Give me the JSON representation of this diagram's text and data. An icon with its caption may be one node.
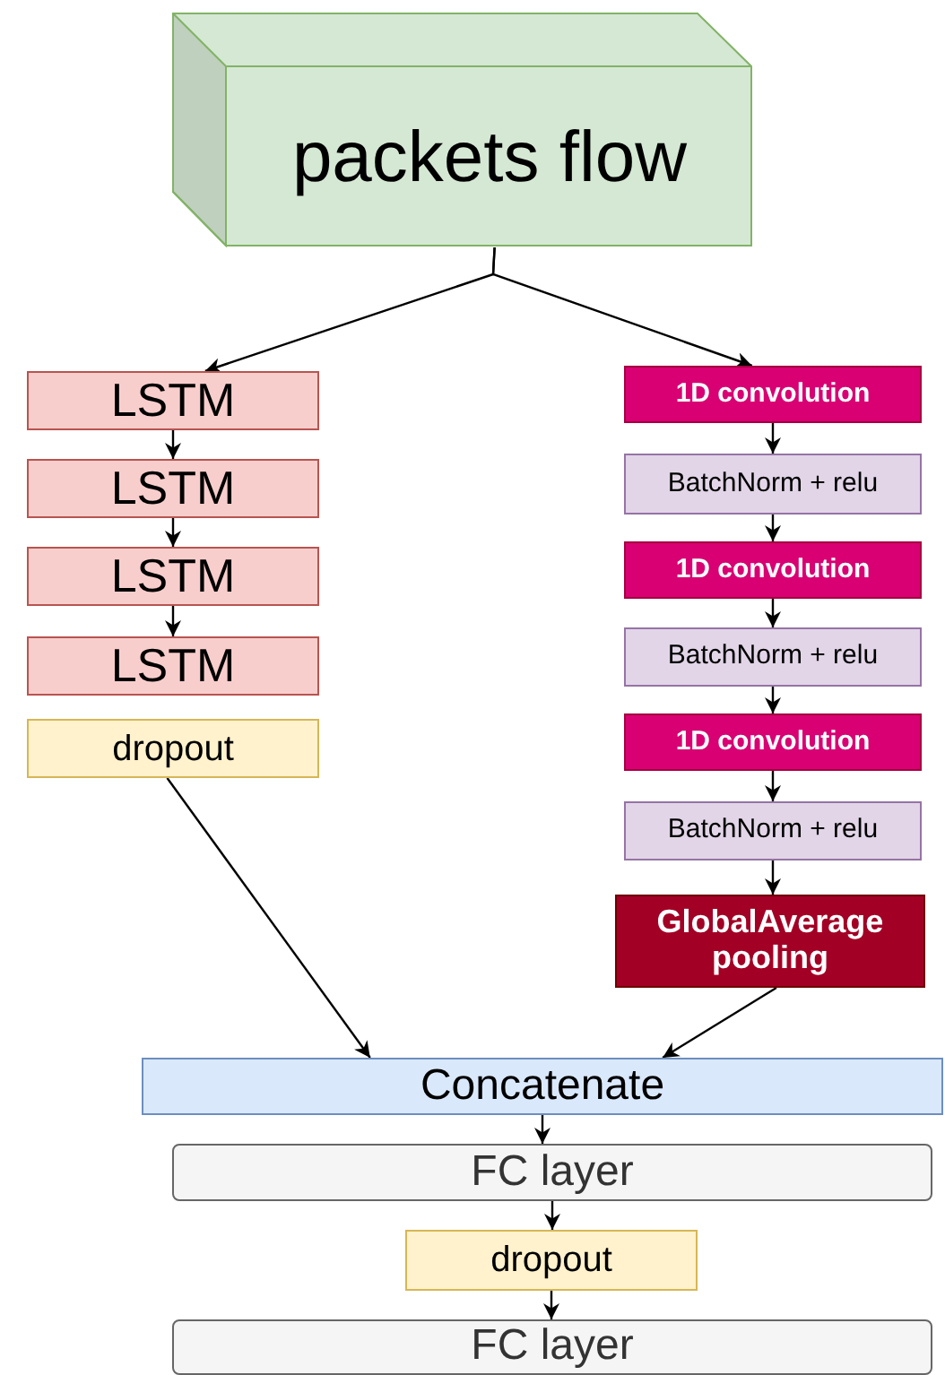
{
  "diagram": {
    "nodes": [
      {
        "text": [
          "packets flow"
        ]
      },
      {
        "text": [
          "LSTM"
        ]
      },
      {
        "text": [
          "LSTM"
        ]
      },
      {
        "text": [
          "LSTM"
        ]
      },
      {
        "text": [
          "LSTM"
        ]
      },
      {
        "text": [
          "dropout"
        ]
      },
      {
        "text": [
          "1D convolution"
        ]
      },
      {
        "text": [
          "BatchNorm + relu"
        ]
      },
      {
        "text": [
          "1D convolution"
        ]
      },
      {
        "text": [
          "BatchNorm + relu"
        ]
      },
      {
        "text": [
          "1D convolution"
        ]
      },
      {
        "text": [
          "BatchNorm + relu"
        ]
      },
      {
        "text": [
          "GlobalAverage pooling"
        ]
      },
      {
        "text": [
          "Concatenate"
        ]
      },
      {
        "text": [
          "FC layer"
        ]
      },
      {
        "text": [
          "dropout"
        ]
      },
      {
        "text": [
          "FC layer"
        ]
      }
    ],
    "edges": [
      {
        "from": 0,
        "to": 1,
        "arrow": "to"
      },
      {
        "from": 0,
        "to": 6,
        "arrow": "to"
      },
      {
        "from": 1,
        "to": 2,
        "arrow": "to"
      },
      {
        "from": 2,
        "to": 3,
        "arrow": "to"
      },
      {
        "from": 3,
        "to": 4,
        "arrow": "to"
      },
      {
        "from": 5,
        "to": 13,
        "arrow": "to"
      },
      {
        "from": 6,
        "to": 7,
        "arrow": "to"
      },
      {
        "from": 7,
        "to": 8,
        "arrow": "to"
      },
      {
        "from": 8,
        "to": 9,
        "arrow": "to"
      },
      {
        "from": 9,
        "to": 10,
        "arrow": "to"
      },
      {
        "from": 10,
        "to": 11,
        "arrow": "to"
      },
      {
        "from": 11,
        "to": 12,
        "arrow": "to"
      },
      {
        "from": 12,
        "to": 13,
        "arrow": "to"
      },
      {
        "from": 13,
        "to": 14,
        "arrow": "to"
      },
      {
        "from": 14,
        "to": 15,
        "arrow": "to"
      },
      {
        "from": 15,
        "to": 16,
        "arrow": "to"
      }
    ]
  }
}
